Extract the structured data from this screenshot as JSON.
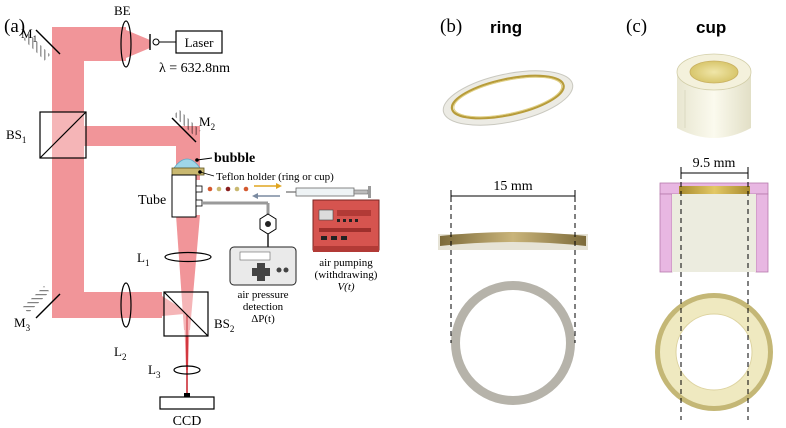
{
  "panel_a": {
    "label": "(a)",
    "laser_label": "Laser",
    "wavelength": "λ = 632.8nm",
    "be": "BE",
    "m1": "M",
    "m1_sub": "1",
    "m2": "M",
    "m2_sub": "2",
    "m3": "M",
    "m3_sub": "3",
    "bs1": "BS",
    "bs1_sub": "1",
    "bs2": "BS",
    "bs2_sub": "2",
    "l1": "L",
    "l1_sub": "1",
    "l2": "L",
    "l2_sub": "2",
    "l3": "L",
    "l3_sub": "3",
    "bubble": "bubble",
    "teflon": "Teflon holder (ring or cup)",
    "tube": "Tube",
    "air_pressure_line1": "air pressure",
    "air_pressure_line2": "detection",
    "air_pressure_line3": "ΔP(t)",
    "pump_line1": "air pumping",
    "pump_line2": "(withdrawing)",
    "pump_line3": "V(t)",
    "ccd": "CCD",
    "colors": {
      "beam": "#f08a8f",
      "pump_body": "#d6544f",
      "bubble": "#9fd6e8",
      "teflon": "#c9b870"
    }
  },
  "panel_b": {
    "label": "(b)",
    "title": "ring",
    "dimension": "15 mm"
  },
  "panel_c": {
    "label": "(c)",
    "title": "cup",
    "dimension": "9.5 mm"
  }
}
